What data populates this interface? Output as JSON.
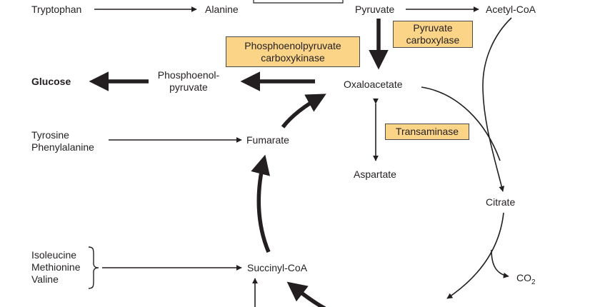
{
  "metabolites": {
    "tryptophan": "Tryptophan",
    "alanine": "Alanine",
    "pyruvate": "Pyruvate",
    "acetyl_coa": "Acetyl-CoA",
    "glucose": "Glucose",
    "pep_line1": "Phosphoenol-",
    "pep_line2": "pyruvate",
    "oxaloacetate": "Oxaloacetate",
    "tyrosine": "Tyrosine",
    "phenylalanine": "Phenylalanine",
    "fumarate": "Fumarate",
    "aspartate": "Aspartate",
    "citrate": "Citrate",
    "isoleucine": "Isoleucine",
    "methionine": "Methionine",
    "valine": "Valine",
    "succinyl_coa": "Succinyl-CoA",
    "co2_main": "CO",
    "co2_sub": "2"
  },
  "enzymes": {
    "pepck_line1": "Phosphoenolpyruvate",
    "pepck_line2": "carboxykinase",
    "pc_line1": "Pyruvate",
    "pc_line2": "carboxylase",
    "transaminase": "Transaminase"
  },
  "colors": {
    "enzyme_fill": "#fbd488",
    "line": "#231f20"
  }
}
